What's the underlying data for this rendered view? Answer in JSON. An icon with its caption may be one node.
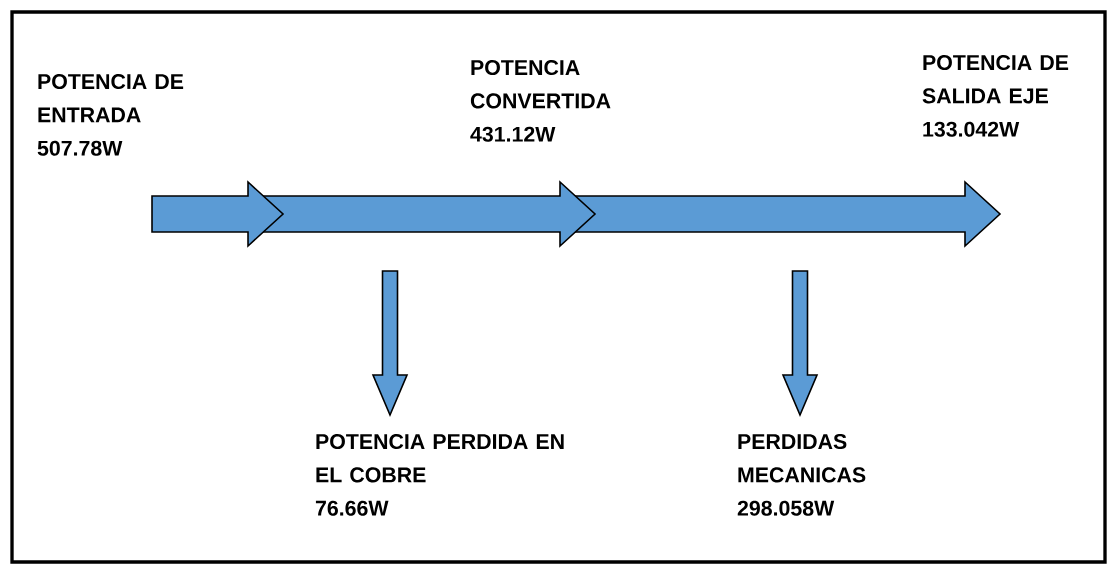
{
  "diagram": {
    "nodes": [
      {
        "text": [
          "POTENCIA DE ENTRADA",
          "507.78W"
        ]
      },
      {
        "text": [
          "POTENCIA CONVERTIDA",
          "431.12W"
        ]
      },
      {
        "text": [
          "POTENCIA DE SALIDA EJE",
          "133.042W"
        ]
      },
      {
        "text": [
          "POTENCIA PERDIDA EN EL COBRE",
          "76.66W"
        ]
      },
      {
        "text": [
          "PERDIDAS MECANICAS",
          "298.058W"
        ]
      }
    ],
    "edges": [
      {
        "from": 0,
        "to": null,
        "arrow": "to"
      },
      {
        "from": 0,
        "to": 1,
        "arrow": "to"
      },
      {
        "from": 1,
        "to": 2,
        "arrow": "to"
      },
      {
        "from": null,
        "to": 3,
        "arrow": "to"
      },
      {
        "from": null,
        "to": 4,
        "arrow": "to"
      }
    ]
  }
}
